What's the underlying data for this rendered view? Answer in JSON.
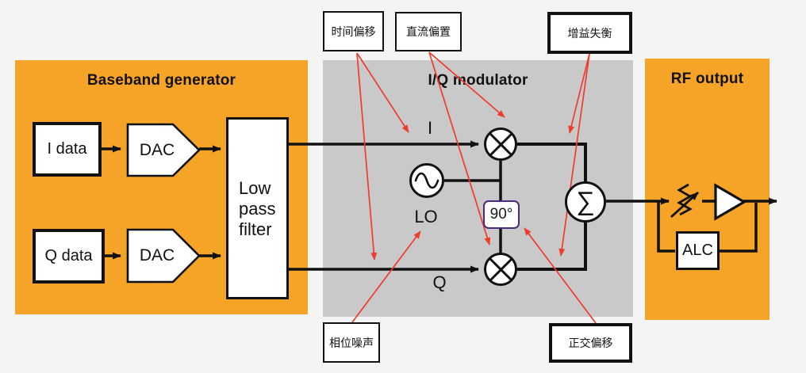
{
  "panels": {
    "baseband": {
      "title": "Baseband generator"
    },
    "modulator": {
      "title": "I/Q modulator"
    },
    "rf": {
      "title": "RF output"
    }
  },
  "blocks": {
    "i_data": {
      "label": "I data"
    },
    "q_data": {
      "label": "Q data"
    },
    "dac_i": {
      "label": "DAC"
    },
    "dac_q": {
      "label": "DAC"
    },
    "lpf": {
      "label": "Low pass filter"
    },
    "lo": {
      "label": "LO"
    },
    "phase_shifter": {
      "label": "90°"
    },
    "summer": {
      "symbol": "∑"
    },
    "alc": {
      "label": "ALC"
    }
  },
  "signal_labels": {
    "i": "I",
    "q": "Q"
  },
  "callouts": {
    "time_offset": {
      "label": "时间偏移"
    },
    "dc_offset": {
      "label": "直流偏置"
    },
    "gain_imbalance": {
      "label": "增益失衡"
    },
    "phase_noise": {
      "label": "相位噪声"
    },
    "quadrature_offset": {
      "label": "正交偏移"
    }
  },
  "colors": {
    "panel_orange": "#F6A428",
    "panel_gray": "#C9C9C9",
    "background": "#F4F4F5",
    "callout_arrow_red": "#EE3B2C",
    "phase_box_purple": "#4A2B7F",
    "line_black": "#111111"
  }
}
